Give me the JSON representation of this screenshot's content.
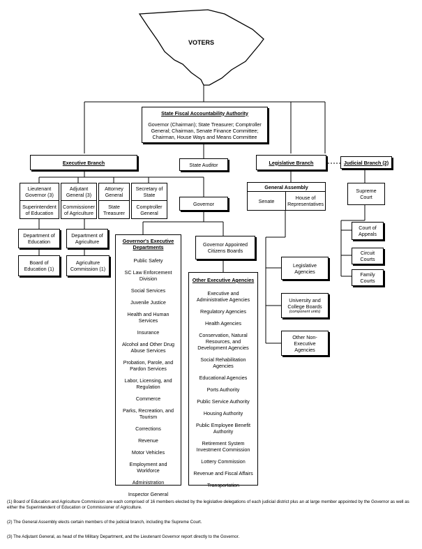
{
  "voters": "VOTERS",
  "fiscal": {
    "title": "State Fiscal Accountability Authority",
    "members": "Governor (Chairman); State Treasurer; Comptroller General; Chairman, Senate Finance Committee; Chairman, House Ways and Means Committee"
  },
  "state_auditor": "State Auditor",
  "executive": {
    "title": "Executive Branch",
    "lt_governor": "Lieutenant Governor (3)",
    "adjutant": "Adjutant General (3)",
    "attorney": "Attorney General",
    "secretary": "Secretary of State",
    "superintendent": "Superintendent of Education",
    "commissioner": "Commissioner of Agriculture",
    "treasurer": "State Treasurer",
    "comptroller": "Comptroller General",
    "governor": "Governor",
    "dept_education": "Department of Education",
    "dept_agriculture": "Department of Agriculture",
    "board_education": "Board of Education (1)",
    "ag_commission": "Agriculture Commission (1)",
    "appointed_boards": "Governor Appointed Citizens Boards"
  },
  "governors_departments": {
    "title": "Governor's Executive Departments",
    "items": [
      "Public Safety",
      "SC Law Enforcement Division",
      "Social Services",
      "Juvenile Justice",
      "Health and Human Services",
      "Insurance",
      "Alcohol and Other Drug Abuse Services",
      "Probation, Parole, and Pardon Services",
      "Labor, Licensing, and Regulation",
      "Commerce",
      "Parks, Recreation, and Tourism",
      "Corrections",
      "Revenue",
      "Motor Vehicles",
      "Employment and Workforce",
      "Administration",
      "Inspector General"
    ]
  },
  "other_agencies": {
    "title": "Other Executive Agencies",
    "items": [
      "Executive and Administrative Agencies",
      "Regulatory Agencies",
      "Health Agencies",
      "Conservation, Natural Resources, and Development Agencies",
      "Social Rehabilitation Agencies",
      "Educational Agencies",
      "Ports Authority",
      "Public Service Authority",
      "Housing Authority",
      "Public Employee Benefit Authority",
      "Retirement System Investment Commission",
      "Lottery Commission",
      "Revenue and Fiscal Affairs",
      "Transportation"
    ]
  },
  "legislative": {
    "title": "Legislative Branch",
    "assembly": "General Assembly",
    "senate": "Senate",
    "house": "House of Representatives",
    "agencies": "Legislative Agencies",
    "university": "University and College Boards",
    "component_units": "(component units)",
    "non_exec": "Other Non-Executive Agencies"
  },
  "judicial": {
    "title": "Judicial Branch (2)",
    "supreme": "Supreme Court",
    "appeals": "Court of Appeals",
    "circuit": "Circuit Courts",
    "family": "Family Courts"
  },
  "notes": [
    "(1) Board of Education and Agriculture Commission are each comprised of 16 members elected by the legislative delegations of each judicial district plus an at large member appointed by the Governor as well as either the Superintendent of Education or Commissioner of Agriculture.",
    "(2) The General Assembly elects certain members of the judicial branch, including the Supreme Court.",
    "(3) The Adjutant General,  as head of the Military Department, and the Lieutenant Governor report directly to the Governor."
  ]
}
